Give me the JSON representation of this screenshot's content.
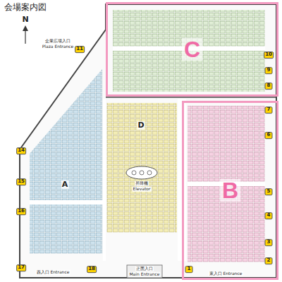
{
  "diagram": {
    "title": "会場案内図",
    "nodes": [
      {
        "text": [
          "C"
        ]
      },
      {
        "text": [
          "B"
        ]
      }
    ],
    "labels": [
      "A",
      "D",
      "N",
      "11",
      "企業広場入口",
      "Plaza Entrance",
      "10",
      "9",
      "8",
      "7",
      "6",
      "5",
      "4",
      "3",
      "2",
      "14",
      "15",
      "16",
      "17",
      "18",
      "1",
      "正面入口",
      "Main Entrance",
      "西入口 Entrance",
      "東入口 Entrance",
      "昇降機",
      "Elevator"
    ]
  }
}
